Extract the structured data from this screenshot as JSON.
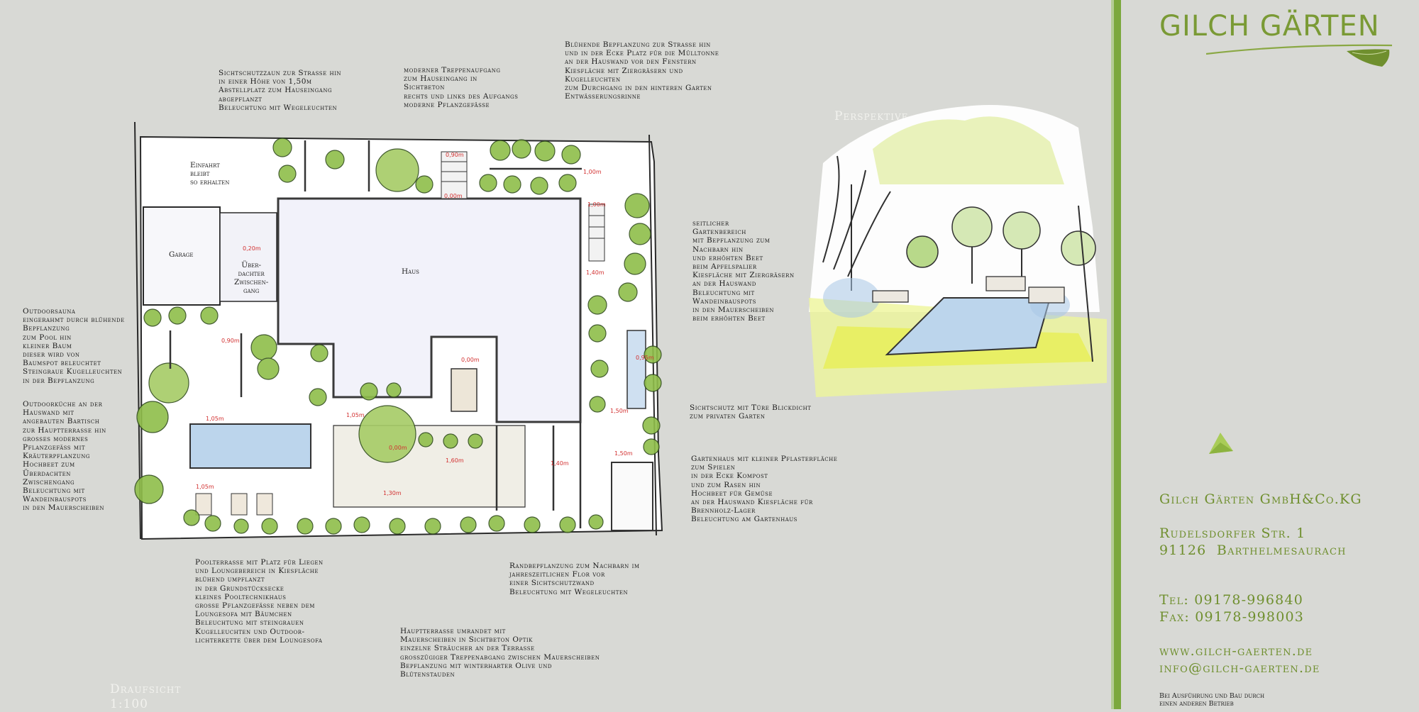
{
  "plan_labels": {
    "einfahrt": "Einfahrt\nbleibt\nso erhalten",
    "garage": "Garage",
    "zwischengang": "Über-\ndachter\nZwischen-\ngang",
    "haus": "Haus"
  },
  "measurements": [
    "0,90m",
    "0,00m",
    "1,00m",
    "1,00m",
    "1,40m",
    "0,20m",
    "0,90m",
    "1,05m",
    "1,05m",
    "1,05m",
    "0,00m",
    "1,60m",
    "1,40m",
    "1,30m",
    "1,50m",
    "1,50m",
    "0,95m",
    "0,00m"
  ],
  "notes": {
    "sichtschutzzaun": "Sichtschutzzaun zur Strasse hin\nin einer Höhe von 1,50m\nAbstellplatz zum Hauseingang\nabgepflanzt\nBeleuchtung mit Wegeleuchten",
    "treppenaufgang": "moderner Treppenaufgang\nzum Hauseingang in\nSichtbeton\nrechts und links des Aufgangs\nmoderne Pflanzgefässe",
    "bepflanzung_strasse": "Blühende Bepflanzung zur Strasse hin\nund in der Ecke Platz für die Mülltonne\nan der Hauswand vor den Fenstern\nKiesfläche mit Ziergräsern und\nKugelleuchten\nzum Durchgang in den hinteren Garten\nEntwässerungsrinne",
    "seitlicher_garten": "seitlicher\nGartenbereich\nmit Bepflanzung zum\nNachbarn hin\nund erhöhten Beet\nbeim Apfelspalier\nKiesfläche mit Ziergräsern\nan der Hauswand\nBeleuchtung mit\nWandeinbauspots\nin den Mauerscheiben\nbeim erhöhten Beet",
    "outdoorsauna": "Outdoorsauna\neingerahmt durch blühende\nBepflanzung\nzum Pool hin\nkleiner Baum\ndieser wird von\nBaumspot beleuchtet\nSteingraue Kugelleuchten\nin der Bepflanzung",
    "outdoorkueche": "Outdoorküche an der\nHauswand mit\nangebauten Bartisch\nzur Hauptterrasse hin\ngrosses modernes\nPflanzgefäss mit\nKräuterpflanzung\nHochbeet zum\nÜberdachten\nZwischengang\nBeleuchtung mit\nWandeinbauspots\nin den Mauerscheiben",
    "sichtschutz_tuere": "Sichtschutz mit Türe Blickdicht\nzum privaten Garten",
    "gartenhaus": "Gartenhaus mit kleiner Pflasterfläche\nzum Spielen\nin der Ecke Kompost\nund zum Rasen hin\nHochbeet für Gemüse\nan der Hauswand Kiesfläche für\nBrennholz-Lager\nBeleuchtung am Gartenhaus",
    "poolterrasse": "Poolterrasse mit Platz für Liegen\nund Loungebereich in Kiesfläche\nblühend umpflanzt\nin der Grundstücksecke\nkleines Pooltechnikhaus\ngrosse Pflanzgefässe neben dem\nLoungesofa mit Bäumchen\nBeleuchtung mit steingrauen\nKugelleuchten und Outdoor-\nlichterkette über dem Loungesofa",
    "randbepflanzung": "Randbepflanzung zum Nachbarn im\njahreszeitlichen Flor vor\neiner Sichtschutzwand\nBeleuchtung mit Wegeleuchten",
    "hauptterrasse": "Hauptterrasse umrandet mit\nMauerscheiben in Sichtbeton Optik\neinzelne Sträucher an der Terrasse\ngrosszügiger Treppenabgang zwischen Mauerscheiben\nBepflanzung mit winterharter Olive und\nBlütenstauden"
  },
  "captions": {
    "perspektive": "Perspektive",
    "draufsicht": "Draufsicht\n1:100"
  },
  "brand": {
    "logo_text": "GILCH GÄRTEN",
    "company": "Gilch Gärten GmbH&Co.KG",
    "street": "Rudelsdorfer Str. 1",
    "city": "91126  Barthelmesaurach",
    "tel": "Tel: 09178-996840",
    "fax": "Fax: 09178-998003",
    "web": "www.gilch-gaerten.de",
    "email": "info@gilch-gaerten.de",
    "footer": "Bei Ausführung und Bau durch\neinen anderen Betrieb"
  },
  "colors": {
    "accent_green": "#7ba83d",
    "brand_text": "#6f8f2e",
    "plant_green": "#8fbe4a",
    "water_blue": "#a8cbe8",
    "highlight_yellow": "#e7ef3a",
    "measure_red": "#d23030"
  }
}
